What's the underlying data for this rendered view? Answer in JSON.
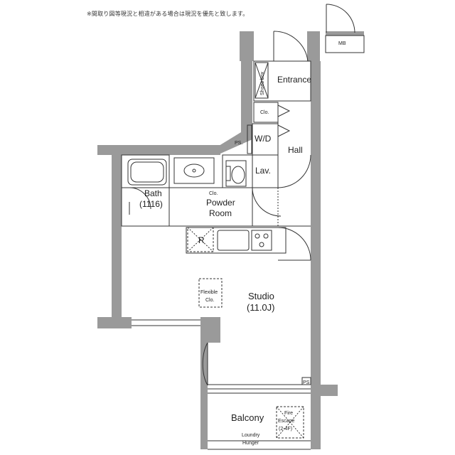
{
  "note": "※間取り図等現況と相違がある場合は現況を優先と致します。",
  "rooms": {
    "entrance": "Entrance",
    "shoes_box": "Shoes box",
    "closet_hall": "Clo.",
    "wd": "W/D",
    "ps_upper": "PS.",
    "hall": "Hall",
    "lav": "Lav.",
    "bath": "Bath",
    "bath_size": "(1116)",
    "closet_powder": "Clo.",
    "powder_line1": "Powder",
    "powder_line2": "Room",
    "fridge": "R",
    "flex_line1": "Flexible",
    "flex_line2": "Clo.",
    "studio": "Studio",
    "studio_size": "(11.0J)",
    "ps_lower": "PS",
    "balcony": "Balcony",
    "fire_line1": "Fire",
    "fire_line2": "Escape",
    "fire_line3": "(2-4F)",
    "laundry_line1": "Loundry",
    "laundry_line2": "Hunger",
    "mb": "MB"
  },
  "colors": {
    "wall": "#9a9a9a",
    "line": "#333333",
    "fixture": "#555555"
  }
}
